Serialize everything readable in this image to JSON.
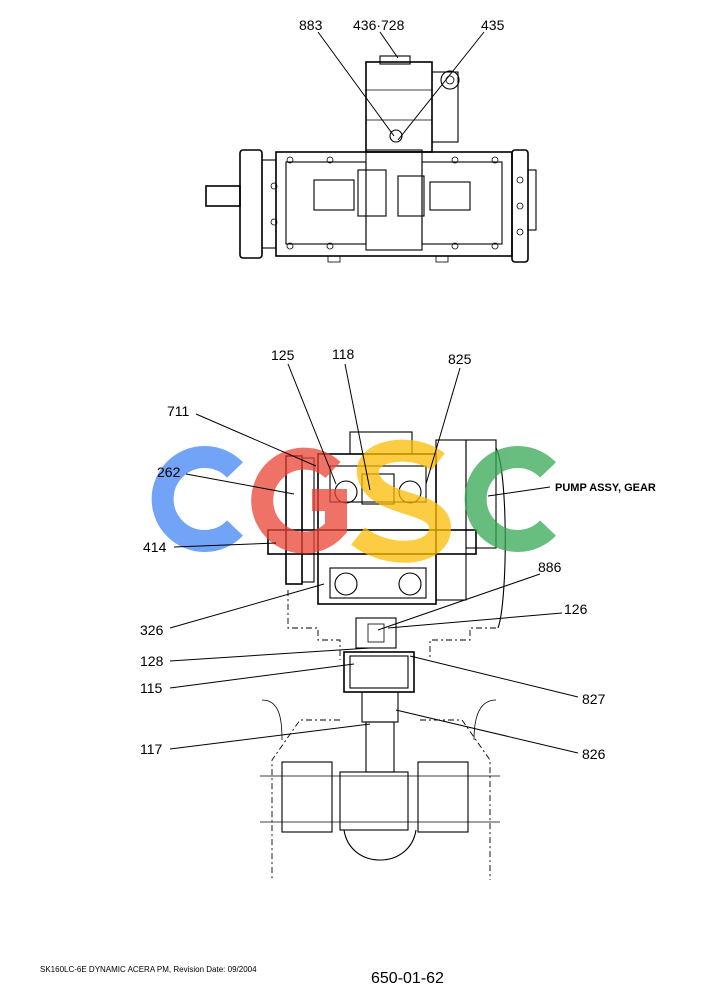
{
  "labels": {
    "top_883": "883",
    "top_436_728": "436·728",
    "top_435": "435",
    "l125": "125",
    "l118": "118",
    "l825": "825",
    "l711": "711",
    "l262": "262",
    "l414": "414",
    "l326": "326",
    "l128": "128",
    "l115": "115",
    "l117": "117",
    "l886": "886",
    "l126": "126",
    "l827": "827",
    "l826": "826",
    "pump_assy": "PUMP ASSY, GEAR"
  },
  "watermark": {
    "letters": [
      "C",
      "G",
      "S",
      "C"
    ],
    "colors": [
      "#4285f4",
      "#ea4335",
      "#fbbc05",
      "#34a853"
    ]
  },
  "footer": {
    "note": "SK160LC-6E DYNAMIC ACERA PM, Revision Date: 09/2004",
    "page_number": "650-01-62"
  }
}
